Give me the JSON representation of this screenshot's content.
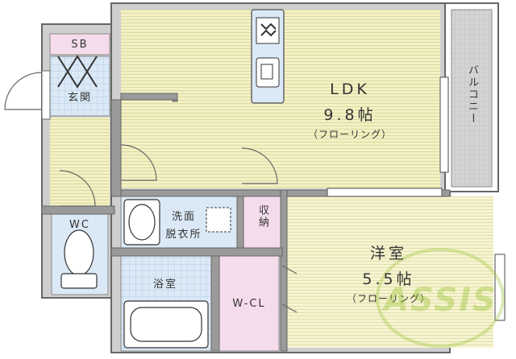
{
  "rooms": {
    "ldk": {
      "name": "LDK",
      "size": "9.8帖",
      "floor": "（フローリング）"
    },
    "western": {
      "name": "洋室",
      "size": "5.5帖",
      "floor": "（フローリング）"
    },
    "balcony": {
      "name": "バルコニー"
    },
    "sb": {
      "name": "SB"
    },
    "entrance": {
      "name": "玄関"
    },
    "wc": {
      "name": "WC"
    },
    "washroom": {
      "line1": "洗面",
      "line2": "脱衣所"
    },
    "storage": {
      "name": "収納"
    },
    "bath": {
      "name": "浴室"
    },
    "wcl": {
      "name": "W-CL"
    }
  },
  "watermark": {
    "text": "ASSIS"
  },
  "colors": {
    "ldk_floor": "#f3f1c4",
    "western_floor": "#f6f4d0",
    "tile_blue": "#dbe9f6",
    "closet_pink": "#f5dcec",
    "balcony_gray": "#d4d4d4",
    "wall": "#666666",
    "watermark": "#9ac433"
  }
}
